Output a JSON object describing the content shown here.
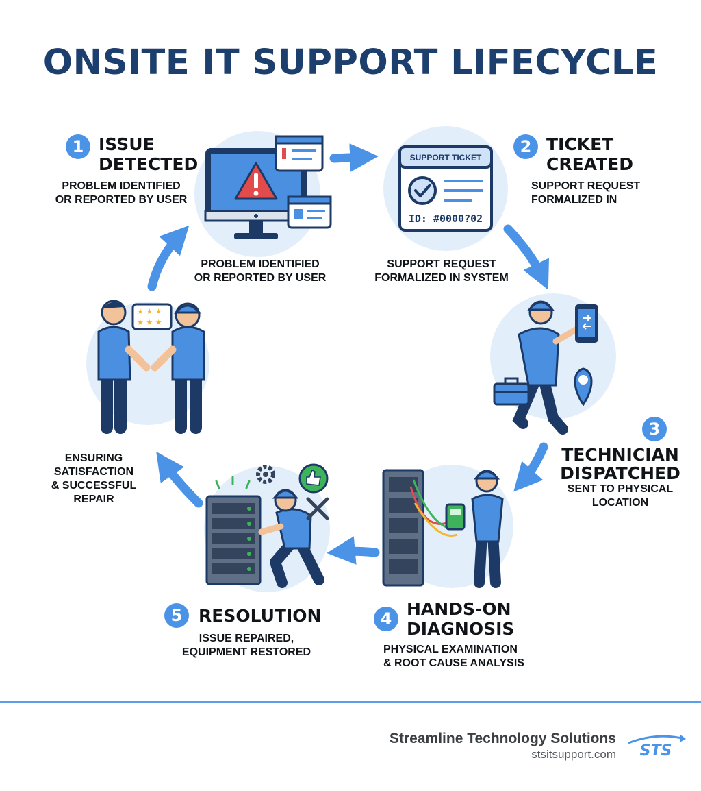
{
  "title": "ONSITE IT SUPPORT LIFECYCLE",
  "colors": {
    "title": "#1c3f6e",
    "accent": "#4b93e6",
    "navy": "#1d3a66",
    "shirt": "#4a8fe0",
    "circle_bg": "#e3eefb",
    "alert": "#e24b4b"
  },
  "steps": [
    {
      "number": "1",
      "heading": "ISSUE\nDETECTED",
      "description": "PROBLEM IDENTIFIED\nOR REPORTED BY USER"
    },
    {
      "number": "2",
      "heading": "TICKET\nCREATED",
      "description": "SUPPORT REQUEST\nFORMALIZED IN"
    },
    {
      "number": "3",
      "heading": "TECHNICIAN\nDISPATCHED",
      "description": "SENT TO PHYSICAL\nLOCATION"
    },
    {
      "number": "4",
      "heading": "HANDS-ON\nDIAGNOSIS",
      "description": "PHYSICAL EXAMINATION\n& ROOT CAUSE ANALYSIS"
    },
    {
      "number": "5",
      "heading": "RESOLUTION",
      "description": "ISSUE REPAIRED,\nEQUIPMENT RESTORED"
    }
  ],
  "captions": {
    "issue": "PROBLEM IDENTIFIED\nOR REPORTED BY USER",
    "ticket": "SUPPORT REQUEST\nFORMALIZED IN SYSTEM",
    "satisfaction": "ENSURING\nSATISFACTION\n& SUCCESSFUL\nREPAIR"
  },
  "ticket_card": {
    "header": "SUPPORT TICKET",
    "id": "ID: #0000?02"
  },
  "footer": {
    "company": "Streamline Technology Solutions",
    "website": "stsitsupport.com",
    "logo_text": "STS"
  }
}
